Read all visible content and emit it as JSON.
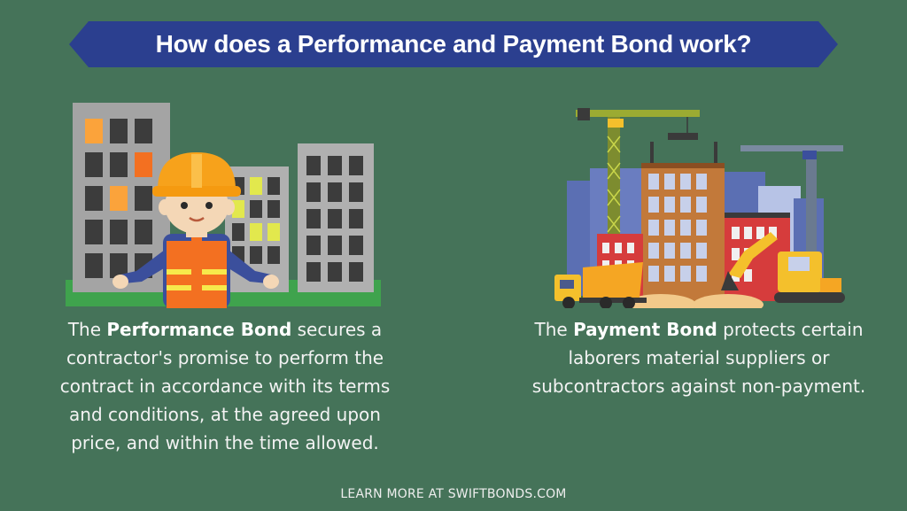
{
  "banner": {
    "title": "How does a Performance and Payment Bond work?"
  },
  "performance": {
    "intro": "The ",
    "term": "Performance Bond",
    "text": " secures a contractor's promise to perform the contract in accordance with its terms and conditions, at the agreed upon price, and within the time allowed."
  },
  "payment": {
    "intro": "The ",
    "term": "Payment Bond",
    "text": " protects certain laborers material suppliers or subcontractors against non-payment."
  },
  "footer": {
    "text": "LEARN MORE AT SWIFTBONDS.COM"
  },
  "colors": {
    "background": "#457359",
    "banner": "#2b3f8f",
    "hardhat": "#f7a21b",
    "vest": "#f37021"
  },
  "icons": {
    "left": "construction-worker-buildings",
    "right": "construction-site-cranes"
  }
}
